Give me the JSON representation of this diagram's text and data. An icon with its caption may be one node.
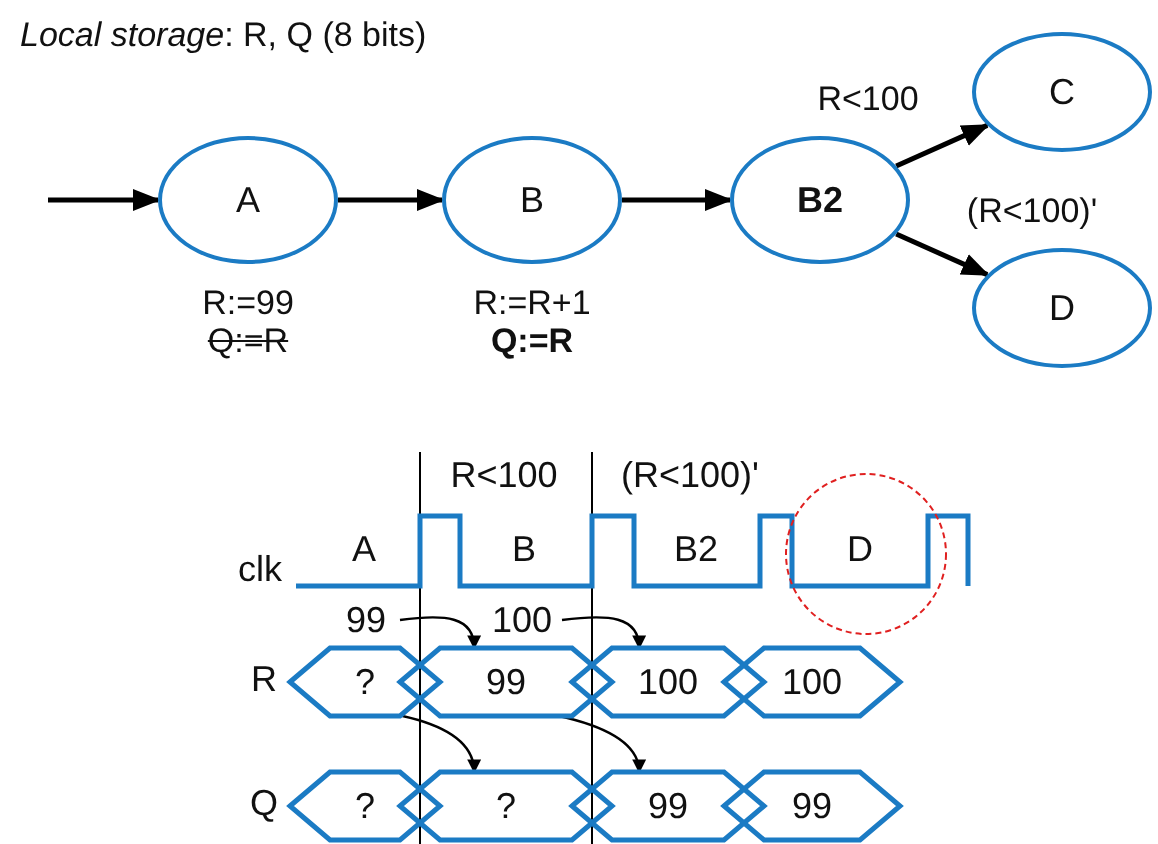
{
  "diagram": {
    "title": "*Local storage*: R, Q (8 bits)",
    "nodes": [
      {
        "text": [
          "A"
        ],
        "beside": [
          "R:=99",
          "Q:=R"
        ]
      },
      {
        "text": [
          "B"
        ],
        "beside": [
          "R:=R+1",
          "Q:=R"
        ]
      },
      {
        "text": [
          "B2"
        ]
      },
      {
        "text": [
          "C"
        ]
      },
      {
        "text": [
          "D"
        ]
      },
      {
        "text": [
          "99"
        ]
      },
      {
        "text": [
          "100"
        ]
      },
      {
        "text": [
          "?"
        ]
      },
      {
        "text": [
          "99"
        ]
      },
      {
        "text": [
          "100"
        ]
      },
      {
        "text": [
          "100"
        ]
      },
      {
        "text": [
          "?"
        ]
      },
      {
        "text": [
          "?"
        ]
      },
      {
        "text": [
          "99"
        ]
      },
      {
        "text": [
          "99"
        ]
      }
    ],
    "edges": [
      {
        "from": null,
        "to": 0,
        "arrow": "to"
      },
      {
        "from": 0,
        "to": 1,
        "arrow": "to"
      },
      {
        "from": 1,
        "to": 2,
        "arrow": "to"
      },
      {
        "from": 2,
        "to": 3,
        "arrow": "to",
        "label": "R<100"
      },
      {
        "from": 2,
        "to": 4,
        "arrow": "to",
        "label": "(R<100)'"
      },
      {
        "from": 5,
        "to": 8,
        "arrow": "to"
      },
      {
        "from": 6,
        "to": 9,
        "arrow": "to"
      },
      {
        "from": 7,
        "to": 12,
        "arrow": "to"
      },
      {
        "from": 8,
        "to": 13,
        "arrow": "to"
      }
    ],
    "labels": [
      "R<100",
      "(R<100)'",
      "clk",
      "A",
      "B",
      "B2",
      "D",
      "R",
      "Q"
    ]
  }
}
